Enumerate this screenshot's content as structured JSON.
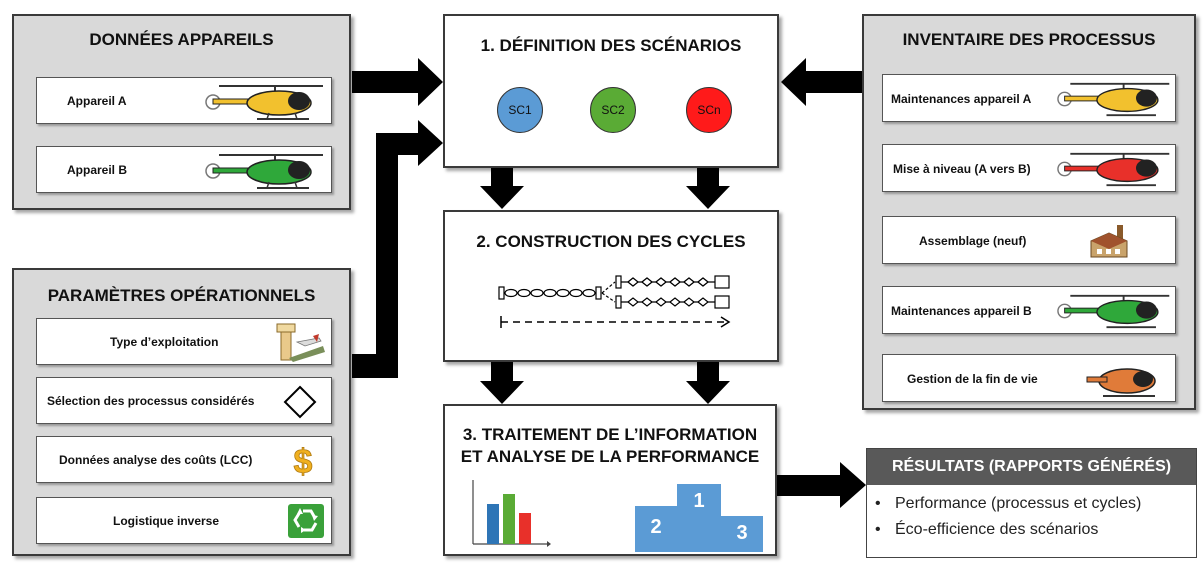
{
  "donnees": {
    "title": "DONNÉES APPAREILS",
    "items": [
      {
        "label": "Appareil A",
        "icon": "helicopter-yellow-icon",
        "color": "#f2c12e"
      },
      {
        "label": "Appareil B",
        "icon": "helicopter-green-icon",
        "color": "#2fa83a"
      }
    ]
  },
  "parametres": {
    "title": "PARAMÈTRES OPÉRATIONNELS",
    "items": [
      {
        "label": "Type d’exploitation",
        "icon": "airport-icon"
      },
      {
        "label": "Sélection des processus considérés",
        "icon": "diamond-icon"
      },
      {
        "label": "Données analyse des coûts (LCC)",
        "icon": "dollar-icon"
      },
      {
        "label": "Logistique inverse",
        "icon": "recycle-icon"
      }
    ]
  },
  "scenarios": {
    "title": "1. DÉFINITION DES SCÉNARIOS",
    "circles": [
      {
        "label": "SC1",
        "color": "#5b9bd5"
      },
      {
        "label": "SC2",
        "color": "#5aab35"
      },
      {
        "label": "SCn",
        "color": "#ff1a1a"
      }
    ]
  },
  "cycles": {
    "title": "2. CONSTRUCTION DES CYCLES"
  },
  "traitement": {
    "title_line1": "3. TRAITEMENT DE L’INFORMATION",
    "title_line2": "ET ANALYSE DE LA PERFORMANCE",
    "bar_colors": [
      "#2e75b6",
      "#5aab35",
      "#e8302a"
    ],
    "podium": [
      "1",
      "2",
      "3"
    ],
    "podium_color": "#5b9bd5"
  },
  "inventaire": {
    "title": "INVENTAIRE DES PROCESSUS",
    "items": [
      {
        "label": "Maintenances appareil A",
        "icon": "helicopter-yellow-icon",
        "color": "#f2c12e"
      },
      {
        "label": "Mise à niveau (A vers B)",
        "icon": "helicopter-red-icon",
        "color": "#e8302a"
      },
      {
        "label": "Assemblage (neuf)",
        "icon": "factory-icon"
      },
      {
        "label": "Maintenances appareil B",
        "icon": "helicopter-green-icon",
        "color": "#2fa83a"
      },
      {
        "label": "Gestion de la fin de vie",
        "icon": "helicopter-wreck-icon",
        "color": "#e07b39"
      }
    ]
  },
  "resultats": {
    "header": "RÉSULTATS (RAPPORTS GÉNÉRÉS)",
    "bullets": [
      "Performance (processus et cycles)",
      "Éco-efficience des scénarios"
    ]
  }
}
